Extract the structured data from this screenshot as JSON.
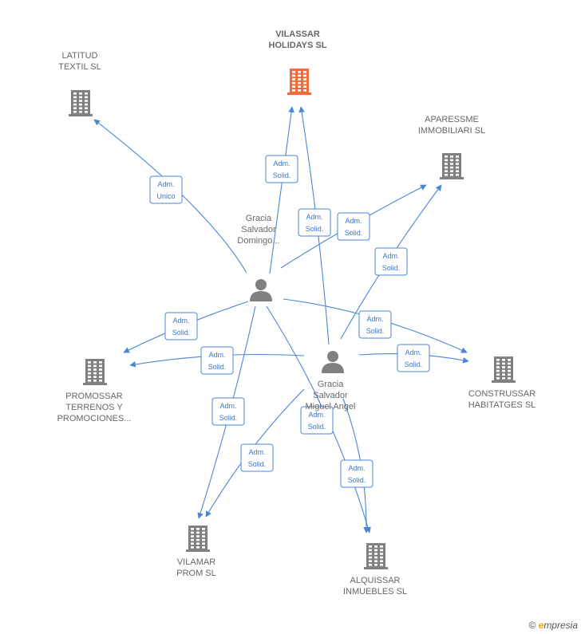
{
  "colors": {
    "edge": "#4a86d4",
    "company": "#808080",
    "main_company": "#f26b3a",
    "person": "#808080"
  },
  "companies": [
    {
      "id": "vilassar",
      "lines": [
        "VILASSAR",
        "HOLIDAYS  SL"
      ],
      "main": true,
      "icon": "building-icon"
    },
    {
      "id": "latitud",
      "lines": [
        "LATITUD",
        "TEXTIL  SL"
      ],
      "main": false,
      "icon": "building-icon"
    },
    {
      "id": "aparessme",
      "lines": [
        "APARESSME",
        "IMMOBILIARI SL"
      ],
      "main": false,
      "icon": "building-icon"
    },
    {
      "id": "promossar",
      "lines": [
        "PROMOSSAR",
        "TERRENOS Y",
        "PROMOCIONES..."
      ],
      "main": false,
      "icon": "building-icon"
    },
    {
      "id": "construssar",
      "lines": [
        "CONSTRUSSAR",
        "HABITATGES  SL"
      ],
      "main": false,
      "icon": "building-icon"
    },
    {
      "id": "vilamar",
      "lines": [
        "VILAMAR",
        "PROM  SL"
      ],
      "main": false,
      "icon": "building-icon"
    },
    {
      "id": "alquissar",
      "lines": [
        "ALQUISSAR",
        "INMUEBLES SL"
      ],
      "main": false,
      "icon": "building-icon"
    }
  ],
  "persons": [
    {
      "id": "domingo",
      "lines": [
        "Gracia",
        "Salvador",
        "Domingo..."
      ],
      "icon": "person-icon"
    },
    {
      "id": "miguel",
      "lines": [
        "Gracia",
        "Salvador",
        "Miguel Angel"
      ],
      "icon": "person-icon"
    }
  ],
  "edges": [
    {
      "from": "domingo",
      "to": "latitud",
      "label": [
        "Adm.",
        "Unico"
      ]
    },
    {
      "from": "domingo",
      "to": "vilassar",
      "label": [
        "Adm.",
        "Solid."
      ]
    },
    {
      "from": "domingo",
      "to": "aparessme",
      "label": [
        "Adm.",
        "Solid."
      ]
    },
    {
      "from": "domingo",
      "to": "promossar",
      "label": [
        "Adm.",
        "Solid."
      ]
    },
    {
      "from": "domingo",
      "to": "construssar",
      "label": [
        "Adm.",
        "Solid."
      ]
    },
    {
      "from": "domingo",
      "to": "vilamar",
      "label": [
        "Adm.",
        "Solid."
      ]
    },
    {
      "from": "domingo",
      "to": "alquissar",
      "label": [
        "Adm.",
        "Solid."
      ]
    },
    {
      "from": "miguel",
      "to": "vilassar",
      "label": [
        "Adm.",
        "Solid."
      ]
    },
    {
      "from": "miguel",
      "to": "aparessme",
      "label": [
        "Adm.",
        "Solid."
      ]
    },
    {
      "from": "miguel",
      "to": "promossar",
      "label": [
        "Adm.",
        "Solid."
      ]
    },
    {
      "from": "miguel",
      "to": "construssar",
      "label": [
        "Adm.",
        "Solid."
      ]
    },
    {
      "from": "miguel",
      "to": "vilamar",
      "label": [
        "Adm.",
        "Solid."
      ]
    },
    {
      "from": "miguel",
      "to": "alquissar",
      "label": [
        "Adm.",
        "Solid."
      ]
    }
  ],
  "footer": {
    "copyright": "©",
    "brand_first": "e",
    "brand_rest": "mpresia"
  }
}
